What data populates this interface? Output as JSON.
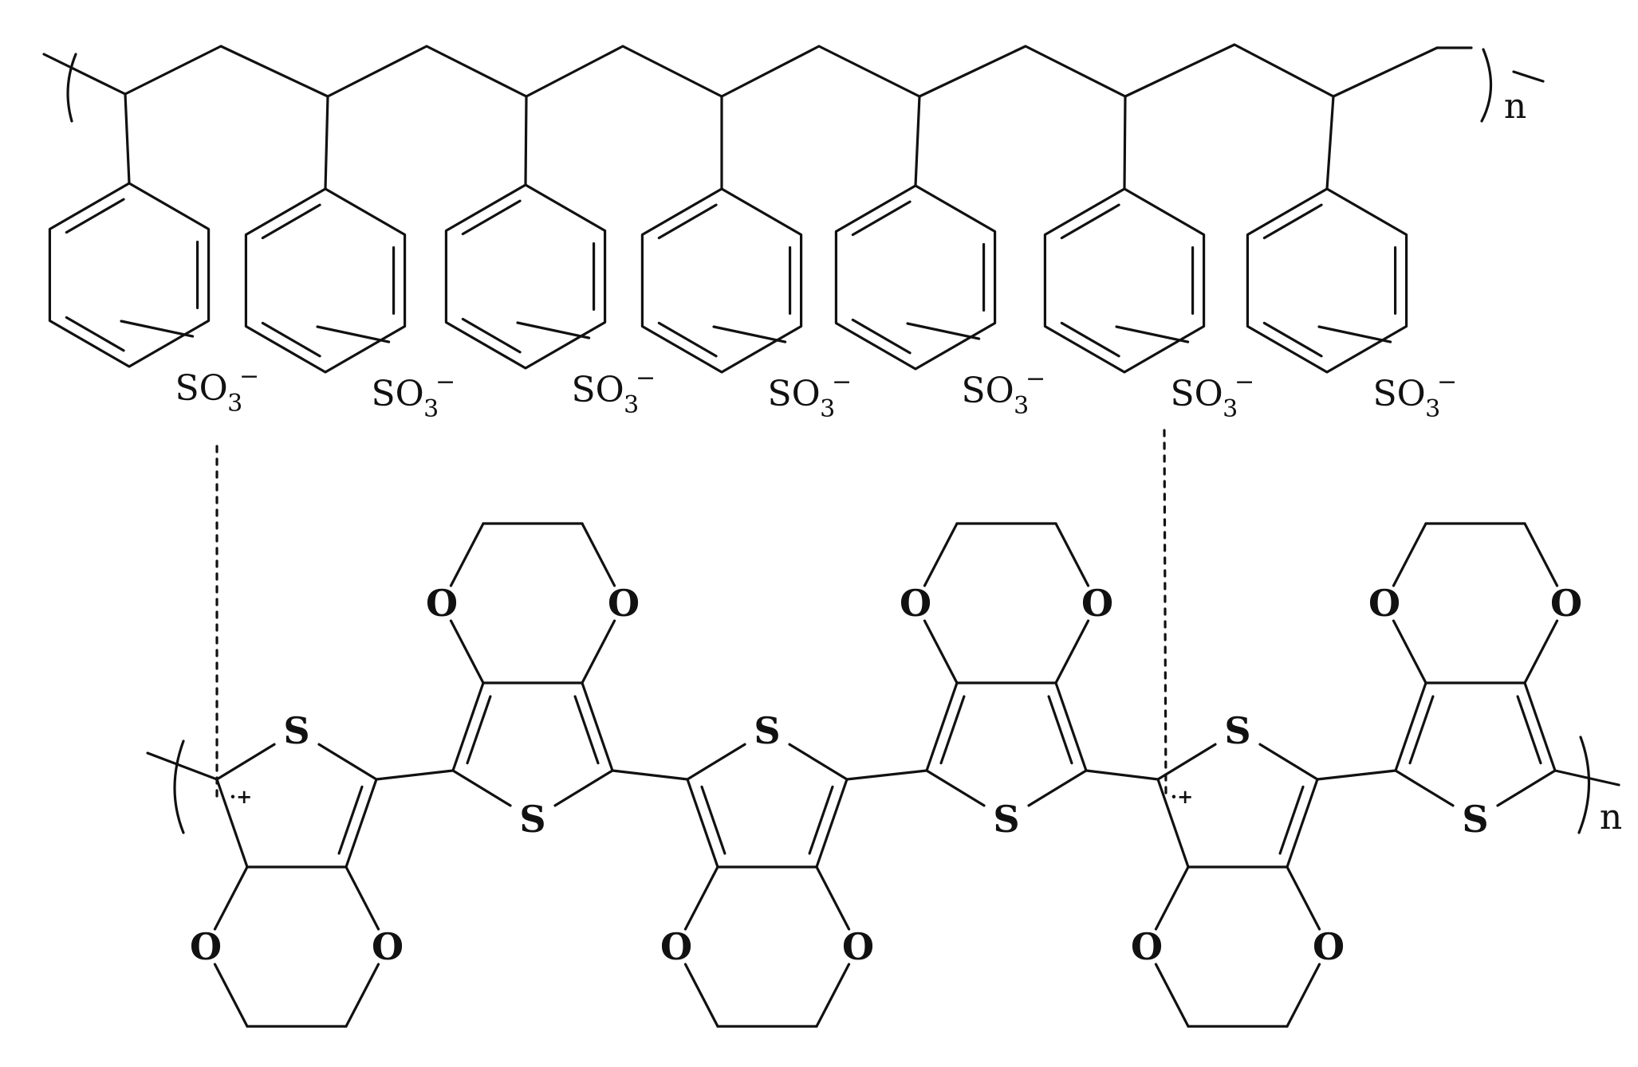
{
  "diagram": {
    "colors": {
      "ink": "#111111",
      "background": "#ffffff"
    },
    "pss": {
      "repeat_label": "n",
      "sulfonate": {
        "main": "SO",
        "subscript": "3",
        "superscript": "−"
      }
    },
    "pedot": {
      "repeat_label": "n",
      "oxygen": "O",
      "sulfur": "S",
      "radical_cation": "·+"
    }
  }
}
